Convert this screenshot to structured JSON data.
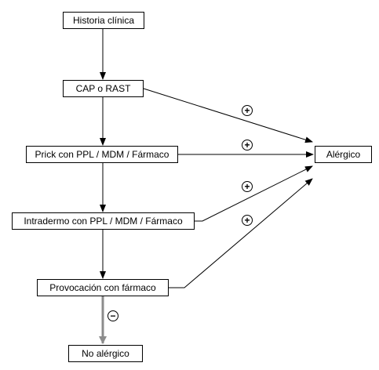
{
  "nodes": {
    "historia": "Historia clínica",
    "cap": "CAP o RAST",
    "prick": "Prick con PPL / MDM / Fármaco",
    "intradermo": "Intradermo con PPL / MDM / Fármaco",
    "provocacion": "Provocación con fármaco",
    "alergico": "Alérgico",
    "no_alergico": "No alérgico"
  },
  "signs": {
    "positive": "+",
    "negative": "−"
  },
  "colors": {
    "line": "#000000",
    "negative_arrow": "#8c8c8c"
  }
}
